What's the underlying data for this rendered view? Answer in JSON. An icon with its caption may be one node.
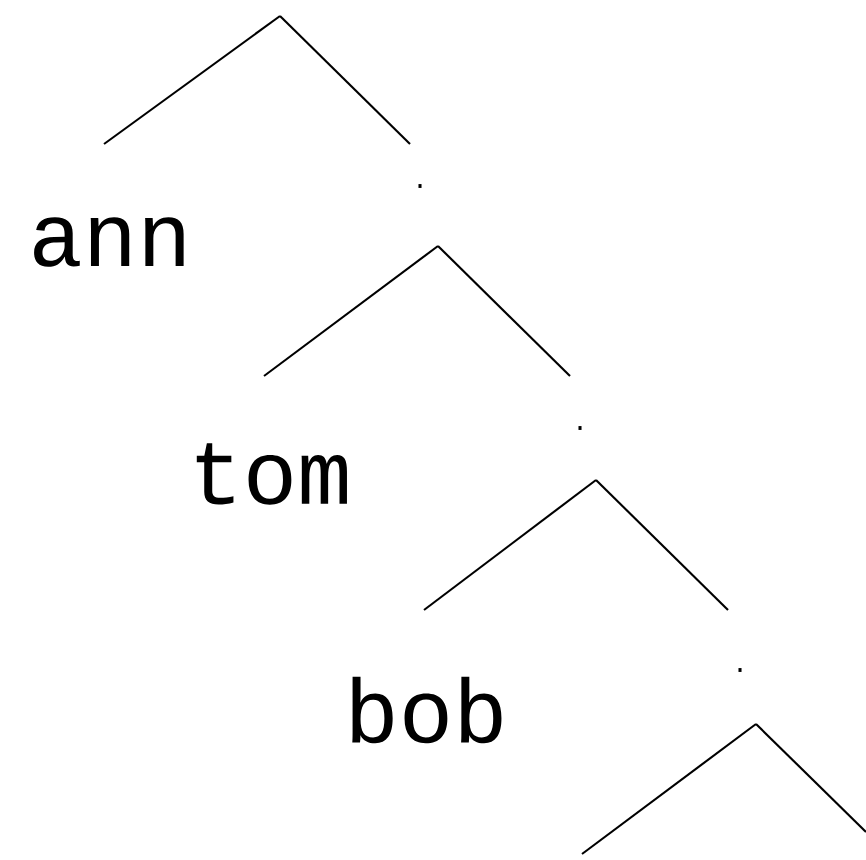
{
  "diagram": {
    "nodes": [
      {
        "text": [
          "ann"
        ]
      },
      {
        "text": [
          "."
        ]
      },
      {
        "text": [
          "tom"
        ]
      },
      {
        "text": [
          "."
        ]
      },
      {
        "text": [
          "bob"
        ]
      },
      {
        "text": [
          "."
        ]
      }
    ],
    "edges": [
      {
        "from": null,
        "to": 0,
        "arrow": "none"
      },
      {
        "from": null,
        "to": 1,
        "arrow": "none"
      },
      {
        "from": 1,
        "to": 2,
        "arrow": "none"
      },
      {
        "from": 1,
        "to": 3,
        "arrow": "none"
      },
      {
        "from": 3,
        "to": 4,
        "arrow": "none"
      },
      {
        "from": 3,
        "to": 5,
        "arrow": "none"
      },
      {
        "from": 5,
        "to": null,
        "arrow": "none"
      },
      {
        "from": 5,
        "to": null,
        "arrow": "none"
      }
    ]
  }
}
